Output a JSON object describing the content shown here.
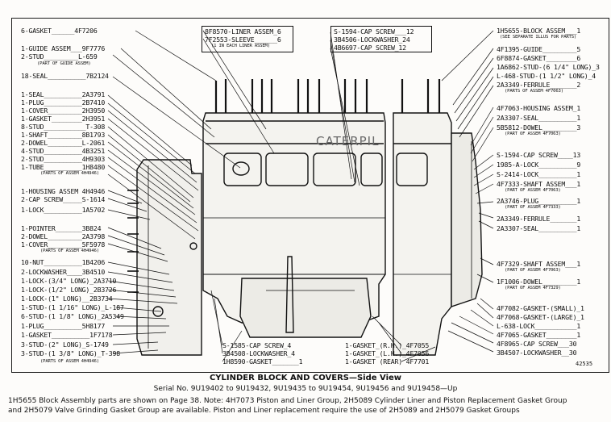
{
  "left_labels": [
    {
      "text": "6-GASKET______4F7206"
    },
    {
      "text": "1-GUIDE ASSEM___9F7776"
    },
    {
      "text": "2-STUD_________L-659"
    },
    {
      "text": "(PART OF GUIDE ASSEM)"
    },
    {
      "text": "18-SEAL__________7B2124"
    },
    {
      "text": "1-SEAL__________2A3791"
    },
    {
      "text": "1-PLUG__________2B7410"
    },
    {
      "text": "1-COVER_________2H3950"
    },
    {
      "text": "1-GASKET________2H3951"
    },
    {
      "text": "8-STUD___________T-308"
    },
    {
      "text": "1-SHAFT_________8B1793"
    },
    {
      "text": "2-DOWEL_________L-2061"
    },
    {
      "text": "4-STUD__________4B3251"
    },
    {
      "text": "2-STUD__________4H9303"
    },
    {
      "text": "1-TUBE__________1H8480"
    },
    {
      "text": "(PARTS OF ASSEM 4H4946)"
    },
    {
      "text": "1-HOUSING ASSEM 4H4946"
    },
    {
      "text": "2-CAP SCREW_____S-1614"
    },
    {
      "text": "1-LOCK__________1A5702"
    },
    {
      "text": "1-POINTER_______3B824"
    },
    {
      "text": "2-DOWEL_________2A3798"
    },
    {
      "text": "1-COVER_________5F5978"
    },
    {
      "text": "(PARTS OF ASSEM 4H4946)"
    },
    {
      "text": "10-NUT__________1B4206"
    },
    {
      "text": "2-LOCKWASHER____3B4510"
    },
    {
      "text": "1-LOCK-(3/4\" LONG)_2A3710"
    },
    {
      "text": "1-LOCK-(1/2\" LONG)_2B3726"
    },
    {
      "text": "1-LOCK-(1\" LONG)__2B3734"
    },
    {
      "text": "1-STUD-(1 1/16\" LONG)_L-187"
    },
    {
      "text": "6-STUD-(1 1/8\" LONG)_2A5349"
    },
    {
      "text": "1-PLUG__________5H8177"
    },
    {
      "text": "1-GASKET__________1F7178"
    },
    {
      "text": "3-STUD-(2\" LONG)_S-1749"
    },
    {
      "text": "3-STUD-(1 3/8\" LONG)_T-398"
    },
    {
      "text": "(PARTS OF ASSEM 4H4946)"
    }
  ],
  "top_labels": [
    {
      "text": "8F8570-LINER ASSEM_6"
    },
    {
      "text": "7F2553-SLEEVE______6"
    },
    {
      "text": "(1 IN EACH LINER ASSEM)"
    },
    {
      "text": "S-1594-CAP SCREW___12"
    },
    {
      "text": "3B4506-LOCKWASHER_24"
    },
    {
      "text": "4B6697-CAP SCREW_12"
    }
  ],
  "right_labels": [
    {
      "text": "1H5655-BLOCK ASSEM___1"
    },
    {
      "text": "(SEE SEPARATE ILLUS FOR PARTS)"
    },
    {
      "text": "4F1395-GUIDE_________5"
    },
    {
      "text": "6F8874-GASKET________6"
    },
    {
      "text": "1A6862-STUD-(6 1/4\" LONG)_3"
    },
    {
      "text": "L-468-STUD-(1 1/2\" LONG)_4"
    },
    {
      "text": "2A3349-FERRULE_______2"
    },
    {
      "text": "(PARTS OF ASSEM 4F7063)"
    },
    {
      "text": "4F7063-HOUSING ASSEM_1"
    },
    {
      "text": "2A3307-SEAL__________1"
    },
    {
      "text": "5B5812-DOWEL_________3"
    },
    {
      "text": "(PART OF ASSEM 4F7063)"
    },
    {
      "text": "S-1594-CAP SCREW____13"
    },
    {
      "text": "1985-A-LOCK__________9"
    },
    {
      "text": "S-2414-LOCK__________1"
    },
    {
      "text": "4F7333-SHAFT ASSEM___1"
    },
    {
      "text": "(PART OF ASSEM 4F7063)"
    },
    {
      "text": "2A3746-PLUG__________1"
    },
    {
      "text": "(PART OF ASSEM 4F7333)"
    },
    {
      "text": "2A3349-FERRULE_______1"
    },
    {
      "text": "2A3307-SEAL__________1"
    },
    {
      "text": "4F7329-SHAFT ASSEM___1"
    },
    {
      "text": "(PART OF ASSEM 4F7063)"
    },
    {
      "text": "1F1006-DOWEL_________1"
    },
    {
      "text": "(PART OF ASSEM 4F7329)"
    },
    {
      "text": "4F7082-GASKET-(SMALL)_1"
    },
    {
      "text": "4F7068-GASKET-(LARGE)_1"
    },
    {
      "text": "L-638-LOCK___________1"
    },
    {
      "text": "4F7065-GASKET________1"
    },
    {
      "text": "4F8965-CAP SCREW___30"
    },
    {
      "text": "3B4507-LOCKWASHER__30"
    }
  ],
  "bottom_labels": [
    {
      "text": "S-1585-CAP SCREW_4"
    },
    {
      "text": "3B4508-LOCKWASHER_4"
    },
    {
      "text": "1H8590-GASKET_______1"
    },
    {
      "text": "1-GASKET_(R.H.)_4F7055"
    },
    {
      "text": "1-GASKET_(L.H.)_4F7056"
    },
    {
      "text": "1-GASKET (REAR) 4F7701"
    }
  ],
  "block_casting_text": "CATERPIL",
  "figure_number": "42535",
  "caption": {
    "title": "CYLINDER BLOCK AND COVERS—Side View",
    "serial": "Serial No. 9U19402 to 9U19432, 9U19435 to 9U19454, 9U19456 and 9U19458—Up",
    "note_line1": "1H5655 Block Assembly parts are shown on Page 38. Note: 4H7073 Piston and Liner Group, 2H5089 Cylinder Liner and Piston Replacement Gasket Group",
    "note_line2": "and 2H5079 Valve Grinding Gasket Group are available. Piston and Liner replacement require the use of 2H5089 and 2H5079 Gasket Groups"
  },
  "colors": {
    "ink": "#111111",
    "paper": "#fdfcfa",
    "shade": "#c8c6c0"
  }
}
